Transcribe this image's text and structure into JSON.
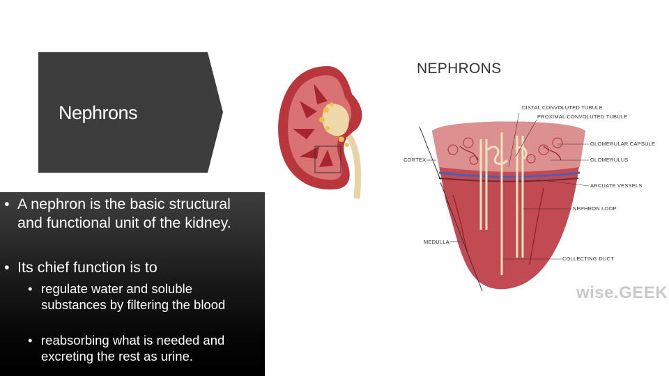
{
  "slide": {
    "title": "Nephrons",
    "bullets": [
      {
        "text": "A nephron is the basic structural and functional unit of the kidney."
      },
      {
        "text": "Its chief function is to",
        "sub": [
          "regulate water and soluble substances by filtering the blood",
          "reabsorbing what is needed and excreting the rest as urine."
        ]
      }
    ]
  },
  "figure": {
    "title": "NEPHRONS",
    "labels": {
      "distal": "DISTAL CONVOLUTED TUBULE",
      "proximal": "PROXIMAL CONVOLUTED TUBULE",
      "capsule": "GLOMERULAR CAPSULE",
      "glomerulus": "GLOMERULUS",
      "cortex": "CORTEX",
      "arcuate": "ARCUATE VESSELS",
      "loop": "NEPHRON LOOP",
      "medulla": "MEDULLA",
      "duct": "COLLECTING DUCT"
    },
    "watermark": "wise.GEEK",
    "colors": {
      "kidney": "#b8363c",
      "cortex": "#d98a8a",
      "medulla": "#a8252d",
      "tubule": "#f2e2c0",
      "vessel_blue": "#4a5fb0"
    }
  }
}
